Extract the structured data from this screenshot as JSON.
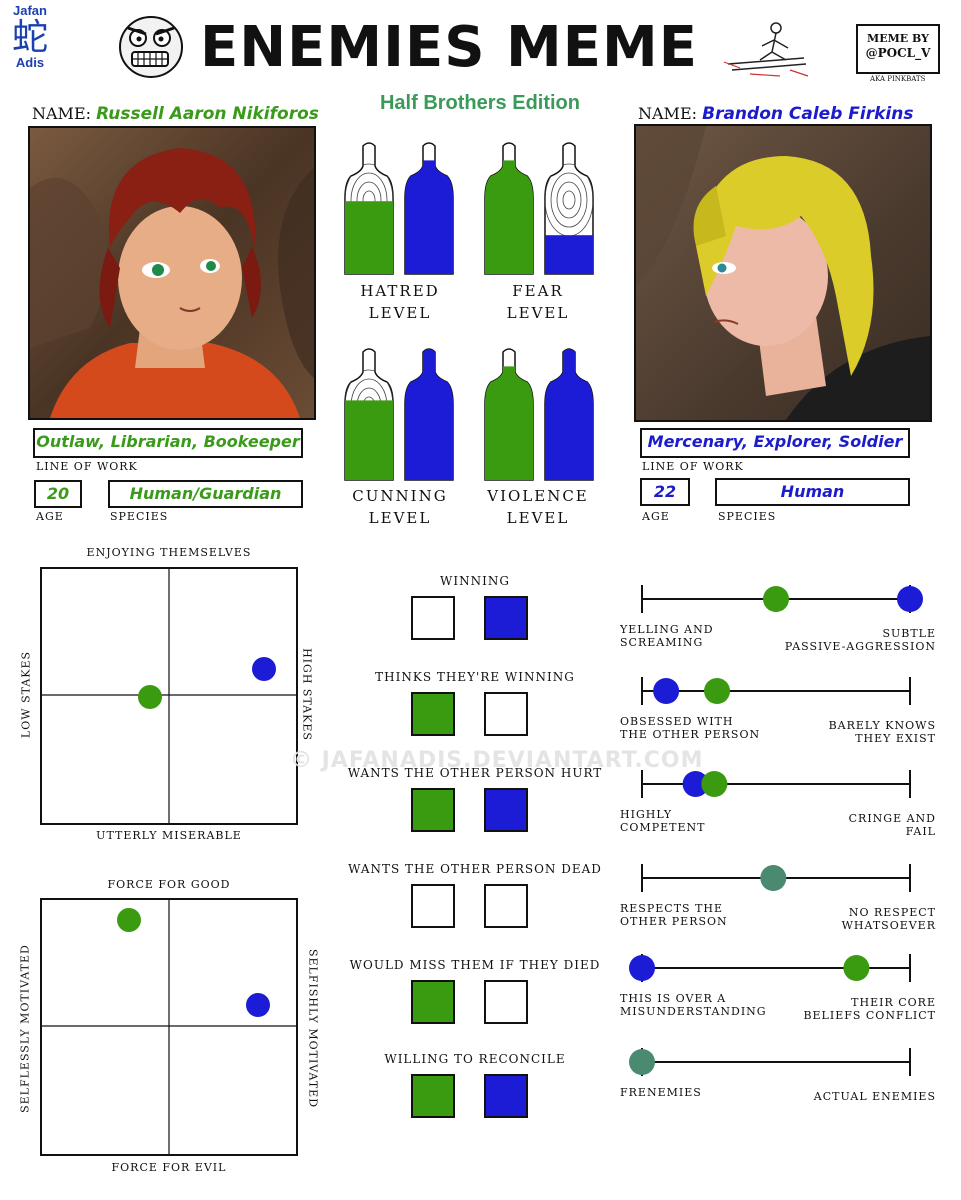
{
  "logo": {
    "line1": "Jafan",
    "glyph": "蛇",
    "line2": "Adis"
  },
  "title": "ENEMIES MEME",
  "edition": "Half Brothers Edition",
  "credit": {
    "line1": "MEME BY",
    "line2": "@POCL_V",
    "aka": "AKA PINKBATS"
  },
  "name_label": "NAME:",
  "left": {
    "name": "Russell Aaron Nikiforos",
    "work": "Outlaw, Librarian, Bookeeper",
    "age": "20",
    "species": "Human/Guardian",
    "color": "#3a9a10"
  },
  "right": {
    "name": "Brandon Caleb Firkins",
    "work": "Mercenary, Explorer, Soldier",
    "age": "22",
    "species": "Human",
    "color": "#1c1cd6"
  },
  "labels": {
    "line_of_work": "LINE OF WORK",
    "age": "AGE",
    "species": "SPECIES"
  },
  "levels": [
    {
      "line1": "HATRED",
      "line2": "LEVEL",
      "left": 0.55,
      "right": 0.85
    },
    {
      "line1": "FEAR",
      "line2": "LEVEL",
      "left": 0.85,
      "right": 0.3
    },
    {
      "line1": "CUNNING",
      "line2": "LEVEL",
      "left": 0.6,
      "right": 1.0
    },
    {
      "line1": "VIOLENCE",
      "line2": "LEVEL",
      "left": 0.85,
      "right": 1.0
    }
  ],
  "chart1": {
    "top": "ENJOYING THEMSELVES",
    "bottom": "UTTERLY MISERABLE",
    "left": "LOW STAKES",
    "right": "HIGH STAKES"
  },
  "chart2": {
    "top": "FORCE FOR GOOD",
    "bottom": "FORCE FOR EVIL",
    "left": "SELFLESSLY MOTIVATED",
    "right": "SELFISHLY MOTIVATED"
  },
  "questions": [
    {
      "label": "WINNING",
      "left": false,
      "right": true
    },
    {
      "label": "THINKS THEY'RE WINNING",
      "left": true,
      "right": false
    },
    {
      "label": "WANTS THE OTHER PERSON HURT",
      "left": true,
      "right": true
    },
    {
      "label": "WANTS THE OTHER PERSON DEAD",
      "left": false,
      "right": false
    },
    {
      "label": "WOULD MISS THEM IF THEY DIED",
      "left": true,
      "right": false
    },
    {
      "label": "WILLING TO RECONCILE",
      "left": true,
      "right": true
    }
  ],
  "scales": [
    {
      "left1": "YELLING AND",
      "left2": "SCREAMING",
      "right1": "SUBTLE",
      "right2": "PASSIVE-AGGRESSION",
      "green": 0.5,
      "blue": 1.0
    },
    {
      "left1": "OBSESSED WITH",
      "left2": "THE OTHER PERSON",
      "right1": "BARELY KNOWS",
      "right2": "THEY EXIST",
      "green": 0.28,
      "blue": 0.09
    },
    {
      "left1": "HIGHLY",
      "left2": "COMPETENT",
      "right1": "CRINGE AND",
      "right2": "FAIL",
      "green": 0.27,
      "blue": 0.2
    },
    {
      "left1": "RESPECTS THE",
      "left2": "OTHER PERSON",
      "right1": "NO RESPECT",
      "right2": "WHATSOEVER",
      "mixed": 0.49
    },
    {
      "left1": "THIS IS OVER A",
      "left2": "MISUNDERSTANDING",
      "right1": "THEIR CORE",
      "right2": "BELIEFS CONFLICT",
      "green": 0.8,
      "blue": 0.0
    },
    {
      "left1": "FRENEMIES",
      "left2": "",
      "right1": "ACTUAL ENEMIES",
      "right2": "",
      "mixed": 0.0
    }
  ],
  "watermark": "© JAFANADIS.DEVIANTART.COM"
}
